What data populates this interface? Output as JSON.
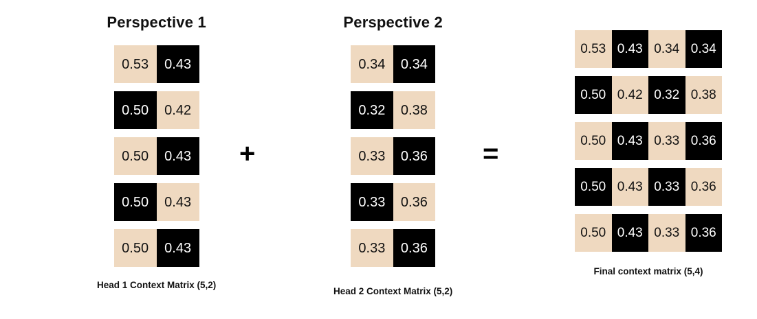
{
  "figure": {
    "background_color": "#FFFFFF",
    "tan_color": "#EFD9C0",
    "dark_color": "#000000"
  },
  "groups": [
    {
      "key": "head1",
      "title": "Perspective 1",
      "caption": "Head 1 Context Matrix (5,2)",
      "shape": [
        5,
        2
      ],
      "rows": [
        [
          {
            "value": "0.53",
            "fill": "tan"
          },
          {
            "value": "0.43",
            "fill": "dark"
          }
        ],
        [
          {
            "value": "0.50",
            "fill": "dark"
          },
          {
            "value": "0.42",
            "fill": "tan"
          }
        ],
        [
          {
            "value": "0.50",
            "fill": "tan"
          },
          {
            "value": "0.43",
            "fill": "dark"
          }
        ],
        [
          {
            "value": "0.50",
            "fill": "dark"
          },
          {
            "value": "0.43",
            "fill": "tan"
          }
        ],
        [
          {
            "value": "0.50",
            "fill": "tan"
          },
          {
            "value": "0.43",
            "fill": "dark"
          }
        ]
      ]
    },
    {
      "key": "head2",
      "title": "Perspective 2",
      "caption": "Head 2 Context Matrix (5,2)",
      "shape": [
        5,
        2
      ],
      "rows": [
        [
          {
            "value": "0.34",
            "fill": "tan"
          },
          {
            "value": "0.34",
            "fill": "dark"
          }
        ],
        [
          {
            "value": "0.32",
            "fill": "dark"
          },
          {
            "value": "0.38",
            "fill": "tan"
          }
        ],
        [
          {
            "value": "0.33",
            "fill": "tan"
          },
          {
            "value": "0.36",
            "fill": "dark"
          }
        ],
        [
          {
            "value": "0.33",
            "fill": "dark"
          },
          {
            "value": "0.36",
            "fill": "tan"
          }
        ],
        [
          {
            "value": "0.33",
            "fill": "tan"
          },
          {
            "value": "0.36",
            "fill": "dark"
          }
        ]
      ]
    },
    {
      "key": "final",
      "title": "",
      "caption": "Final context matrix (5,4)",
      "shape": [
        5,
        4
      ],
      "rows": [
        [
          {
            "value": "0.53",
            "fill": "tan"
          },
          {
            "value": "0.43",
            "fill": "dark"
          },
          {
            "value": "0.34",
            "fill": "tan"
          },
          {
            "value": "0.34",
            "fill": "dark"
          }
        ],
        [
          {
            "value": "0.50",
            "fill": "dark"
          },
          {
            "value": "0.42",
            "fill": "tan"
          },
          {
            "value": "0.32",
            "fill": "dark"
          },
          {
            "value": "0.38",
            "fill": "tan"
          }
        ],
        [
          {
            "value": "0.50",
            "fill": "tan"
          },
          {
            "value": "0.43",
            "fill": "dark"
          },
          {
            "value": "0.33",
            "fill": "tan"
          },
          {
            "value": "0.36",
            "fill": "dark"
          }
        ],
        [
          {
            "value": "0.50",
            "fill": "dark"
          },
          {
            "value": "0.43",
            "fill": "tan"
          },
          {
            "value": "0.33",
            "fill": "dark"
          },
          {
            "value": "0.36",
            "fill": "tan"
          }
        ],
        [
          {
            "value": "0.50",
            "fill": "tan"
          },
          {
            "value": "0.43",
            "fill": "dark"
          },
          {
            "value": "0.33",
            "fill": "tan"
          },
          {
            "value": "0.36",
            "fill": "dark"
          }
        ]
      ]
    }
  ],
  "operators": {
    "plus": "+",
    "equals": "="
  }
}
